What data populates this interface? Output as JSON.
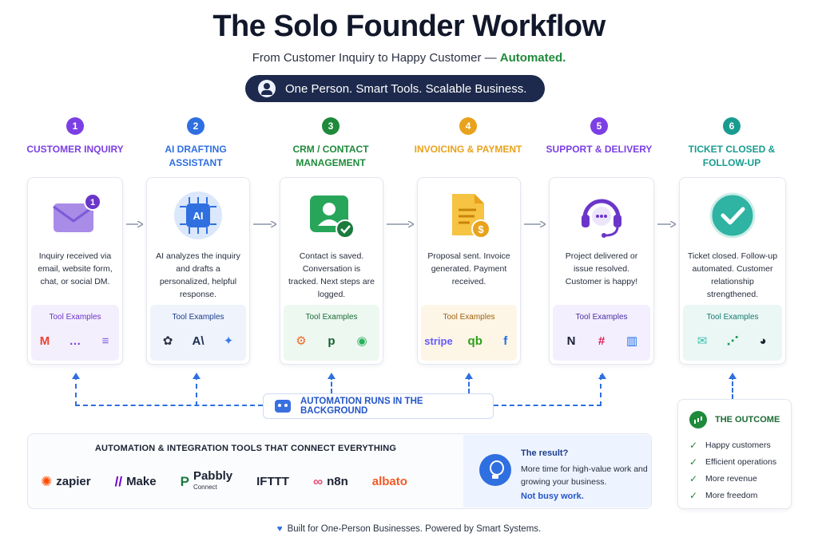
{
  "header": {
    "title": "The Solo Founder Workflow",
    "subtitle_main": "From Customer Inquiry to Happy Customer —",
    "subtitle_accent": "Automated.",
    "tagline": "One Person. Smart Tools. Scalable Business."
  },
  "tools_label": "Tool Examples",
  "steps": [
    {
      "number": "1",
      "title": "CUSTOMER INQUIRY",
      "color": "#7b3fe4",
      "hero": "email-envelope-icon",
      "badge": "1",
      "desc": "Inquiry received via email, website form, chat, or social DM.",
      "tools_bg": "#f4effd",
      "tools_color": "#6b35c9",
      "tools": [
        {
          "name": "gmail-icon",
          "glyph": "M",
          "color": "#ea4335"
        },
        {
          "name": "chat-icon",
          "glyph": "…",
          "color": "#7b3fe4"
        },
        {
          "name": "docs-icon",
          "glyph": "≡",
          "color": "#7b5fe0"
        }
      ]
    },
    {
      "number": "2",
      "title": "AI DRAFTING ASSISTANT",
      "color": "#2f6fe0",
      "hero": "ai-chip-icon",
      "desc": "AI analyzes the inquiry and drafts a personalized, helpful response.",
      "tools_bg": "#eef3fc",
      "tools_color": "#1d3c8a",
      "tools": [
        {
          "name": "openai-icon",
          "glyph": "✿",
          "color": "#2a3142"
        },
        {
          "name": "anthropic-icon",
          "glyph": "A\\",
          "color": "#1d2a4d"
        },
        {
          "name": "gemini-icon",
          "glyph": "✦",
          "color": "#3a7bea"
        }
      ]
    },
    {
      "number": "3",
      "title": "CRM / CONTACT MANAGEMENT",
      "color": "#1f8a3b",
      "hero": "contact-card-icon",
      "desc": "Contact is saved. Conversation is tracked. Next steps are logged.",
      "tools_bg": "#edf8f1",
      "tools_color": "#1b6b36",
      "tools": [
        {
          "name": "hubspot-icon",
          "glyph": "⚙",
          "color": "#f26b2a"
        },
        {
          "name": "pipedrive-icon",
          "glyph": "p",
          "color": "#16612c"
        },
        {
          "name": "leaf-crm-icon",
          "glyph": "◉",
          "color": "#29b05c"
        }
      ]
    },
    {
      "number": "4",
      "title": "INVOICING & PAYMENT",
      "color": "#e9a21b",
      "hero": "invoice-document-icon",
      "desc": "Proposal sent. Invoice generated. Payment received.",
      "tools_bg": "#fdf5e6",
      "tools_color": "#a0620f",
      "tools": [
        {
          "name": "stripe-icon",
          "glyph": "stripe",
          "color": "#635bff"
        },
        {
          "name": "quickbooks-icon",
          "glyph": "qb",
          "color": "#2ca01c"
        },
        {
          "name": "freshbooks-icon",
          "glyph": "f",
          "color": "#1f6fe8"
        }
      ]
    },
    {
      "number": "5",
      "title": "SUPPORT & DELIVERY",
      "color": "#7b3fe4",
      "hero": "headset-icon",
      "desc": "Project delivered or issue resolved. Customer is happy!",
      "tools_bg": "#f3efff",
      "tools_color": "#4b2fa0",
      "tools": [
        {
          "name": "notion-icon",
          "glyph": "N",
          "color": "#1b2233"
        },
        {
          "name": "slack-icon",
          "glyph": "#",
          "color": "#e01e5a"
        },
        {
          "name": "intercom-icon",
          "glyph": "▥",
          "color": "#1f6fe8"
        }
      ]
    },
    {
      "number": "6",
      "title": "TICKET CLOSED & FOLLOW-UP",
      "color": "#199c8f",
      "hero": "checkmark-circle-icon",
      "desc": "Ticket closed. Follow-up automated. Customer relationship strengthened.",
      "tools_bg": "#eaf7f5",
      "tools_color": "#167a70",
      "tools": [
        {
          "name": "email-icon",
          "glyph": "✉",
          "color": "#3fbfae"
        },
        {
          "name": "workflow-icon",
          "glyph": "⋰",
          "color": "#1f9a5a"
        },
        {
          "name": "mailchimp-icon",
          "glyph": "◕",
          "color": "#1b2233"
        }
      ]
    }
  ],
  "automation_label": "AUTOMATION RUNS IN THE BACKGROUND",
  "integrations": {
    "title": "AUTOMATION & INTEGRATION TOOLS THAT CONNECT EVERYTHING",
    "logos": [
      {
        "name": "zapier-logo",
        "mark": "✺",
        "mark_color": "#ff4a00",
        "label": "zapier",
        "sub": ""
      },
      {
        "name": "make-logo",
        "mark": "//",
        "mark_color": "#6d00cc",
        "label": "Make",
        "sub": ""
      },
      {
        "name": "pabbly-logo",
        "mark": "P",
        "mark_color": "#1b7a3c",
        "label": "Pabbly",
        "sub": "Connect"
      },
      {
        "name": "ifttt-logo",
        "mark": "",
        "mark_color": "#1b2233",
        "label": "IFTTT",
        "sub": ""
      },
      {
        "name": "n8n-logo",
        "mark": "∞",
        "mark_color": "#ea4b71",
        "label": "n8n",
        "sub": ""
      },
      {
        "name": "albato-logo",
        "mark": "",
        "mark_color": "#f25a24",
        "label": "albato",
        "sub": ""
      }
    ],
    "result_question": "The result?",
    "result_body": "More time for high-value work and growing your business.",
    "result_end": "Not busy work."
  },
  "outcome": {
    "title": "THE OUTCOME",
    "items": [
      "Happy customers",
      "Efficient operations",
      "More revenue",
      "More freedom"
    ]
  },
  "footer": "Built for One-Person Businesses. Powered by Smart Systems."
}
